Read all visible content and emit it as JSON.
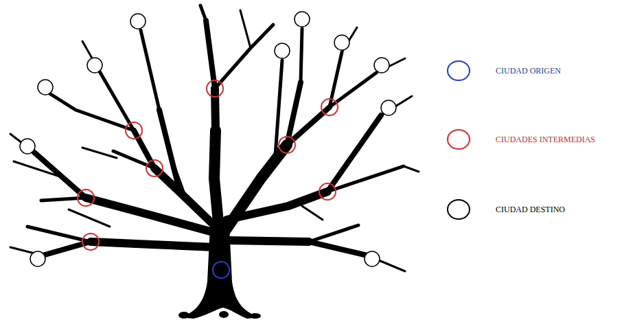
{
  "diagram": {
    "legend": [
      {
        "text": "CIUDAD ORIGEN"
      },
      {
        "text": "CIUDADES INTERMEDIAS"
      },
      {
        "text": "CIUDAD DESTINO"
      }
    ]
  }
}
